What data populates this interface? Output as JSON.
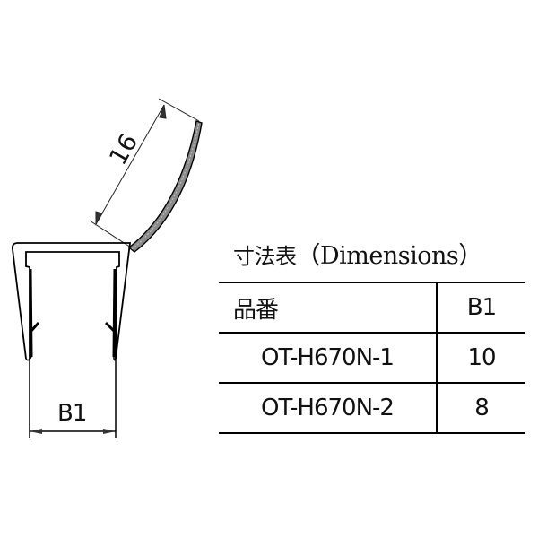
{
  "drawing": {
    "dimension_length_label": "16",
    "dimension_width_label": "B1",
    "line_color": "#000000",
    "fin_fill": "#8a8a8a"
  },
  "table": {
    "title_jp": "寸法表",
    "title_en": "（Dimensions）",
    "headers": [
      "品番",
      "B1"
    ],
    "rows": [
      {
        "part": "OT-H670N-1",
        "b1": "10"
      },
      {
        "part": "OT-H670N-2",
        "b1": "8"
      }
    ]
  }
}
